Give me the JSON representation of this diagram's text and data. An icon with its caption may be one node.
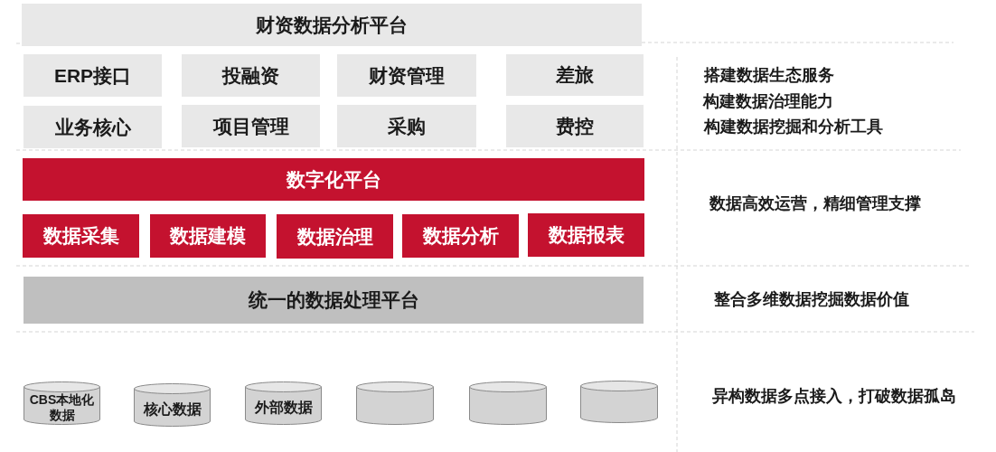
{
  "diagram": {
    "nodes": [
      {
        "text": [
          "财资数据分析平台"
        ]
      },
      {
        "text": [
          "ERP接口"
        ]
      },
      {
        "text": [
          "投融资"
        ]
      },
      {
        "text": [
          "财资管理"
        ]
      },
      {
        "text": [
          "差旅"
        ]
      },
      {
        "text": [
          "业务核心"
        ]
      },
      {
        "text": [
          "项目管理"
        ]
      },
      {
        "text": [
          "采购"
        ]
      },
      {
        "text": [
          "费控"
        ]
      },
      {
        "text": [
          "数字化平台"
        ]
      },
      {
        "text": [
          "数据采集"
        ]
      },
      {
        "text": [
          "数据建模"
        ]
      },
      {
        "text": [
          "数据治理"
        ]
      },
      {
        "text": [
          "数据分析"
        ]
      },
      {
        "text": [
          "数据报表"
        ]
      },
      {
        "text": [
          "统一的数据处理平台"
        ]
      },
      {
        "text": [
          "CBS本地化数据"
        ]
      },
      {
        "text": [
          "核心数据"
        ]
      },
      {
        "text": [
          "外部数据"
        ]
      },
      {
        "text": [],
        "shape": "cylinder"
      },
      {
        "text": [],
        "shape": "cylinder"
      },
      {
        "text": [],
        "shape": "cylinder"
      }
    ],
    "labels": [
      "搭建数据生态服务",
      "构建数据治理能力",
      "构建数据挖掘和分析工具",
      "数据高效运营，精细管理支撑",
      "整合多维数据挖掘数据价值",
      "异构数据多点接入，打破数据孤岛"
    ]
  }
}
